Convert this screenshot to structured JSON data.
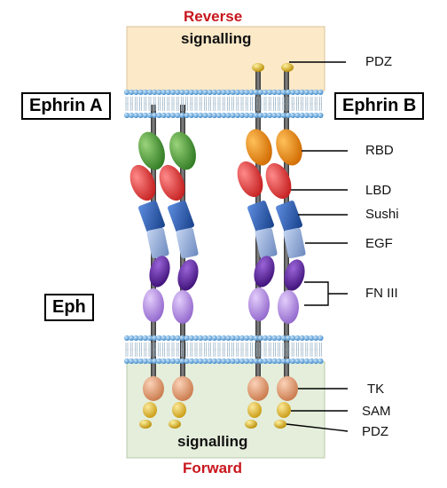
{
  "labels": {
    "reverse": "Reverse",
    "signalling_top": "signalling",
    "signalling_bottom": "signalling",
    "forward": "Forward",
    "ephrin_a": "Ephrin A",
    "ephrin_b": "Ephrin B",
    "eph": "Eph"
  },
  "domains": {
    "pdz_top": "PDZ",
    "rbd": "RBD",
    "lbd": "LBD",
    "sushi": "Sushi",
    "egf": "EGF",
    "fn3": "FN III",
    "tk": "TK",
    "sam": "SAM",
    "pdz_bottom": "PDZ"
  },
  "colors": {
    "reverse_zone": "#fbe9c8",
    "forward_zone": "#e4eedb",
    "membrane_head": "#5aa3dc",
    "rbd_green": "#4ea03a",
    "rbd_orange": "#f08a0a",
    "lbd": "#e23a3a",
    "sushi": "#2a5fb0",
    "egf": "#8ea8d6",
    "fn3_dark": "#5a1f9c",
    "fn3_light": "#b58ae6",
    "tk": "#e9a47f",
    "sam": "#e8c43a",
    "pdz": "#e0b81a",
    "accent_red": "#c8161d"
  }
}
